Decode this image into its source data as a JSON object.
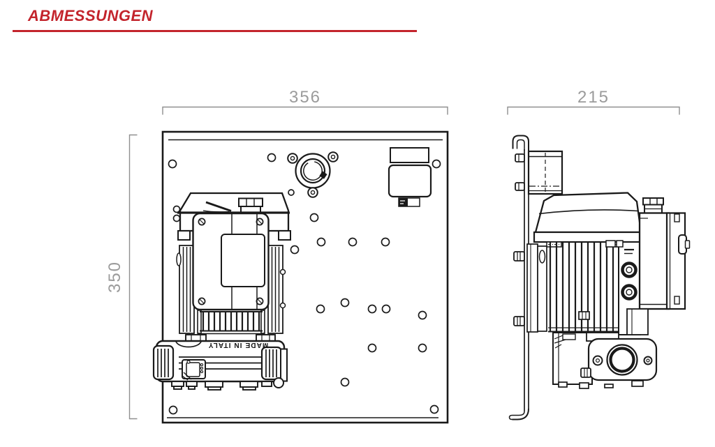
{
  "header": {
    "title": "ABMESSUNGEN"
  },
  "front_view": {
    "width_label": "356",
    "height_label": "350",
    "made_in_label": "MADE IN ITALY"
  },
  "side_view": {
    "width_label": "215"
  },
  "colors": {
    "accent": "#C3242C",
    "drawing_line": "#1A1A1A",
    "dimension": "#9B9B9B"
  }
}
